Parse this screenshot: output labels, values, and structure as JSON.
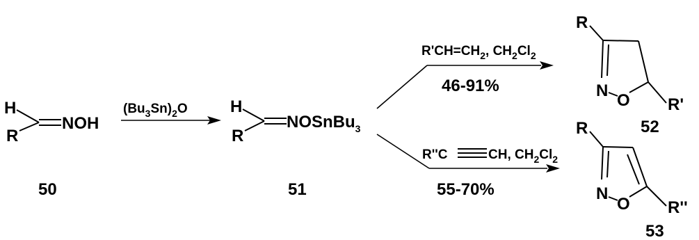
{
  "compound_50": {
    "id": "50",
    "h": "H",
    "r": "R",
    "group": "NOH"
  },
  "step1": {
    "reagent_main": "(Bu",
    "reagent_sub": "3",
    "reagent_tail": "Sn)",
    "reagent_sub2": "2",
    "reagent_end": "O"
  },
  "compound_51": {
    "id": "51",
    "h": "H",
    "r": "R",
    "group": "NOSnBu",
    "group_sub": "3"
  },
  "upper_route": {
    "reagent_a": "R'CH=CH",
    "reagent_a_sub": "2",
    "reagent_b": ", CH",
    "reagent_b_sub": "2",
    "reagent_c": "Cl",
    "reagent_c_sub": "2",
    "yield": "46-91%"
  },
  "lower_route": {
    "reagent_a": "R''C",
    "reagent_b": "CH, CH",
    "reagent_b_sub": "2",
    "reagent_c": "Cl",
    "reagent_c_sub": "2",
    "yield": "55-70%"
  },
  "compound_52": {
    "id": "52",
    "r": "R",
    "n": "N",
    "o": "O",
    "r_prime": "R'"
  },
  "compound_53": {
    "id": "53",
    "r": "R",
    "n": "N",
    "o": "O",
    "r_dprime": "R''"
  }
}
